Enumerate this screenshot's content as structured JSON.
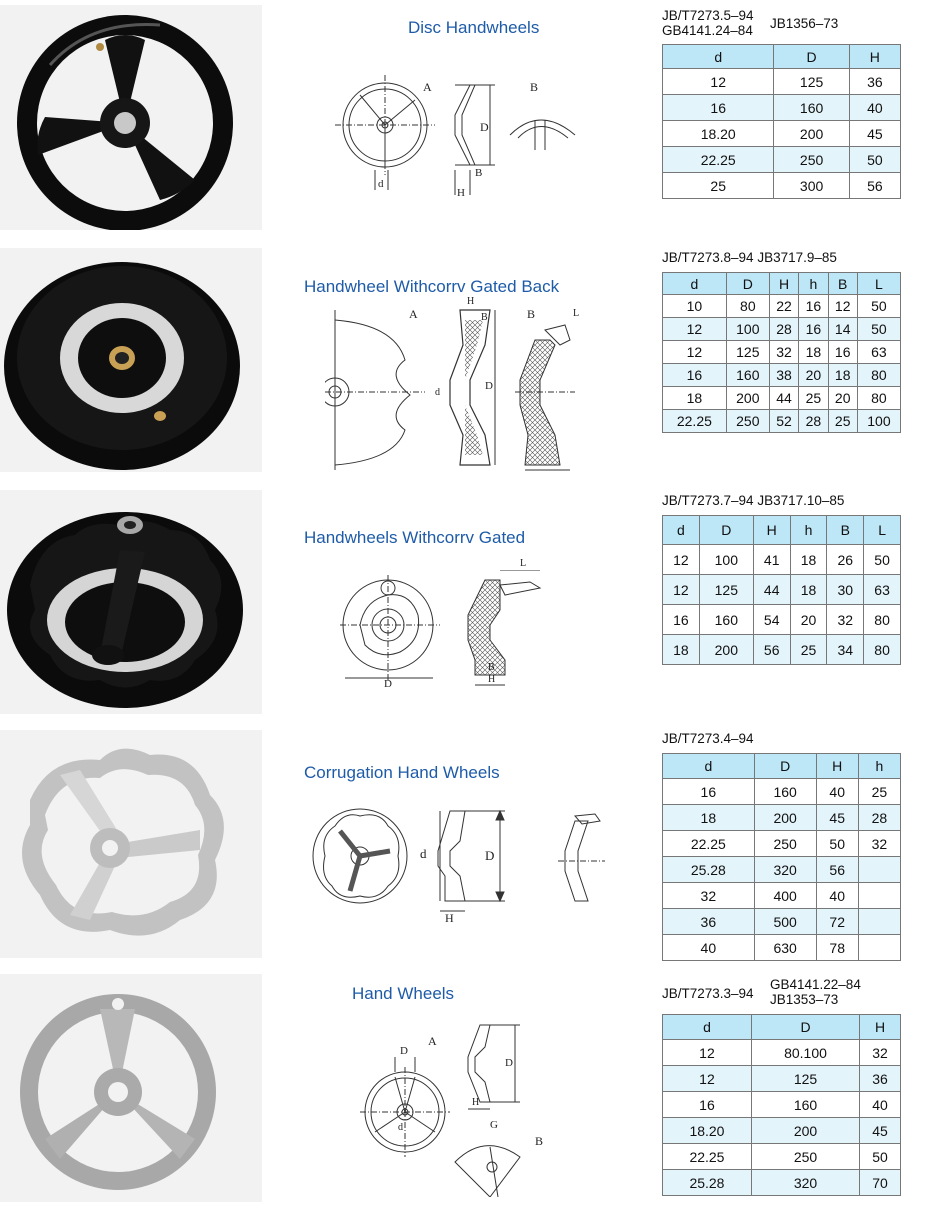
{
  "sections": [
    {
      "title": "Disc Handwheels",
      "std_lines": [
        "JB/T7273.5–94",
        "GB4141.24–84"
      ],
      "std_extra": [
        "JB1356–73"
      ],
      "diagram_labels": {
        "a": "A",
        "b": "B",
        "d": "d",
        "D": "D",
        "H": "H",
        "B": "B"
      },
      "headers": [
        "d",
        "D",
        "H"
      ],
      "rows": [
        [
          "12",
          "125",
          "36"
        ],
        [
          "16",
          "160",
          "40"
        ],
        [
          "18.20",
          "200",
          "45"
        ],
        [
          "22.25",
          "250",
          "50"
        ],
        [
          "25",
          "300",
          "56"
        ]
      ]
    },
    {
      "title": "Handwheel Withcorrv Gated Back",
      "std_lines": [
        "JB/T7273.8–94  JB3717.9–85"
      ],
      "std_extra": [],
      "diagram_labels": {
        "a": "A",
        "b": "B",
        "d": "d",
        "D": "D",
        "H": "H",
        "B": "B",
        "L": "L"
      },
      "headers": [
        "d",
        "D",
        "H",
        "h",
        "B",
        "L"
      ],
      "rows": [
        [
          "10",
          "80",
          "22",
          "16",
          "12",
          "50"
        ],
        [
          "12",
          "100",
          "28",
          "16",
          "14",
          "50"
        ],
        [
          "12",
          "125",
          "32",
          "18",
          "16",
          "63"
        ],
        [
          "16",
          "160",
          "38",
          "20",
          "18",
          "80"
        ],
        [
          "18",
          "200",
          "44",
          "25",
          "20",
          "80"
        ],
        [
          "22.25",
          "250",
          "52",
          "28",
          "25",
          "100"
        ]
      ]
    },
    {
      "title": "Handwheels Withcorrv Gated",
      "std_lines": [
        "JB/T7273.7–94  JB3717.10–85"
      ],
      "std_extra": [],
      "diagram_labels": {
        "D": "D",
        "L": "L",
        "B": "B",
        "H": "H"
      },
      "headers": [
        "d",
        "D",
        "H",
        "h",
        "B",
        "L"
      ],
      "rows": [
        [
          "12",
          "100",
          "41",
          "18",
          "26",
          "50"
        ],
        [
          "12",
          "125",
          "44",
          "18",
          "30",
          "63"
        ],
        [
          "16",
          "160",
          "54",
          "20",
          "32",
          "80"
        ],
        [
          "18",
          "200",
          "56",
          "25",
          "34",
          "80"
        ]
      ]
    },
    {
      "title": "Corrugation Hand Wheels",
      "std_lines": [
        "JB/T7273.4–94"
      ],
      "std_extra": [],
      "diagram_labels": {
        "d": "d",
        "D": "D",
        "H": "H"
      },
      "headers": [
        "d",
        "D",
        "H",
        "h"
      ],
      "rows": [
        [
          "16",
          "160",
          "40",
          "25"
        ],
        [
          "18",
          "200",
          "45",
          "28"
        ],
        [
          "22.25",
          "250",
          "50",
          "32"
        ],
        [
          "25.28",
          "320",
          "56",
          ""
        ],
        [
          "32",
          "400",
          "40",
          ""
        ],
        [
          "36",
          "500",
          "72",
          ""
        ],
        [
          "40",
          "630",
          "78",
          ""
        ]
      ]
    },
    {
      "title": "Hand Wheels",
      "std_lines": [
        "JB/T7273.3–94"
      ],
      "std_extra": [
        "GB4141.22–84",
        "JB1353–73"
      ],
      "diagram_labels": {
        "a": "A",
        "b": "B",
        "D": "D",
        "d": "d",
        "H": "H",
        "G": "G"
      },
      "headers": [
        "d",
        "D",
        "H"
      ],
      "rows": [
        [
          "12",
          "80.100",
          "32"
        ],
        [
          "12",
          "125",
          "36"
        ],
        [
          "16",
          "160",
          "40"
        ],
        [
          "18.20",
          "200",
          "45"
        ],
        [
          "22.25",
          "250",
          "50"
        ],
        [
          "25.28",
          "320",
          "70"
        ]
      ]
    }
  ]
}
